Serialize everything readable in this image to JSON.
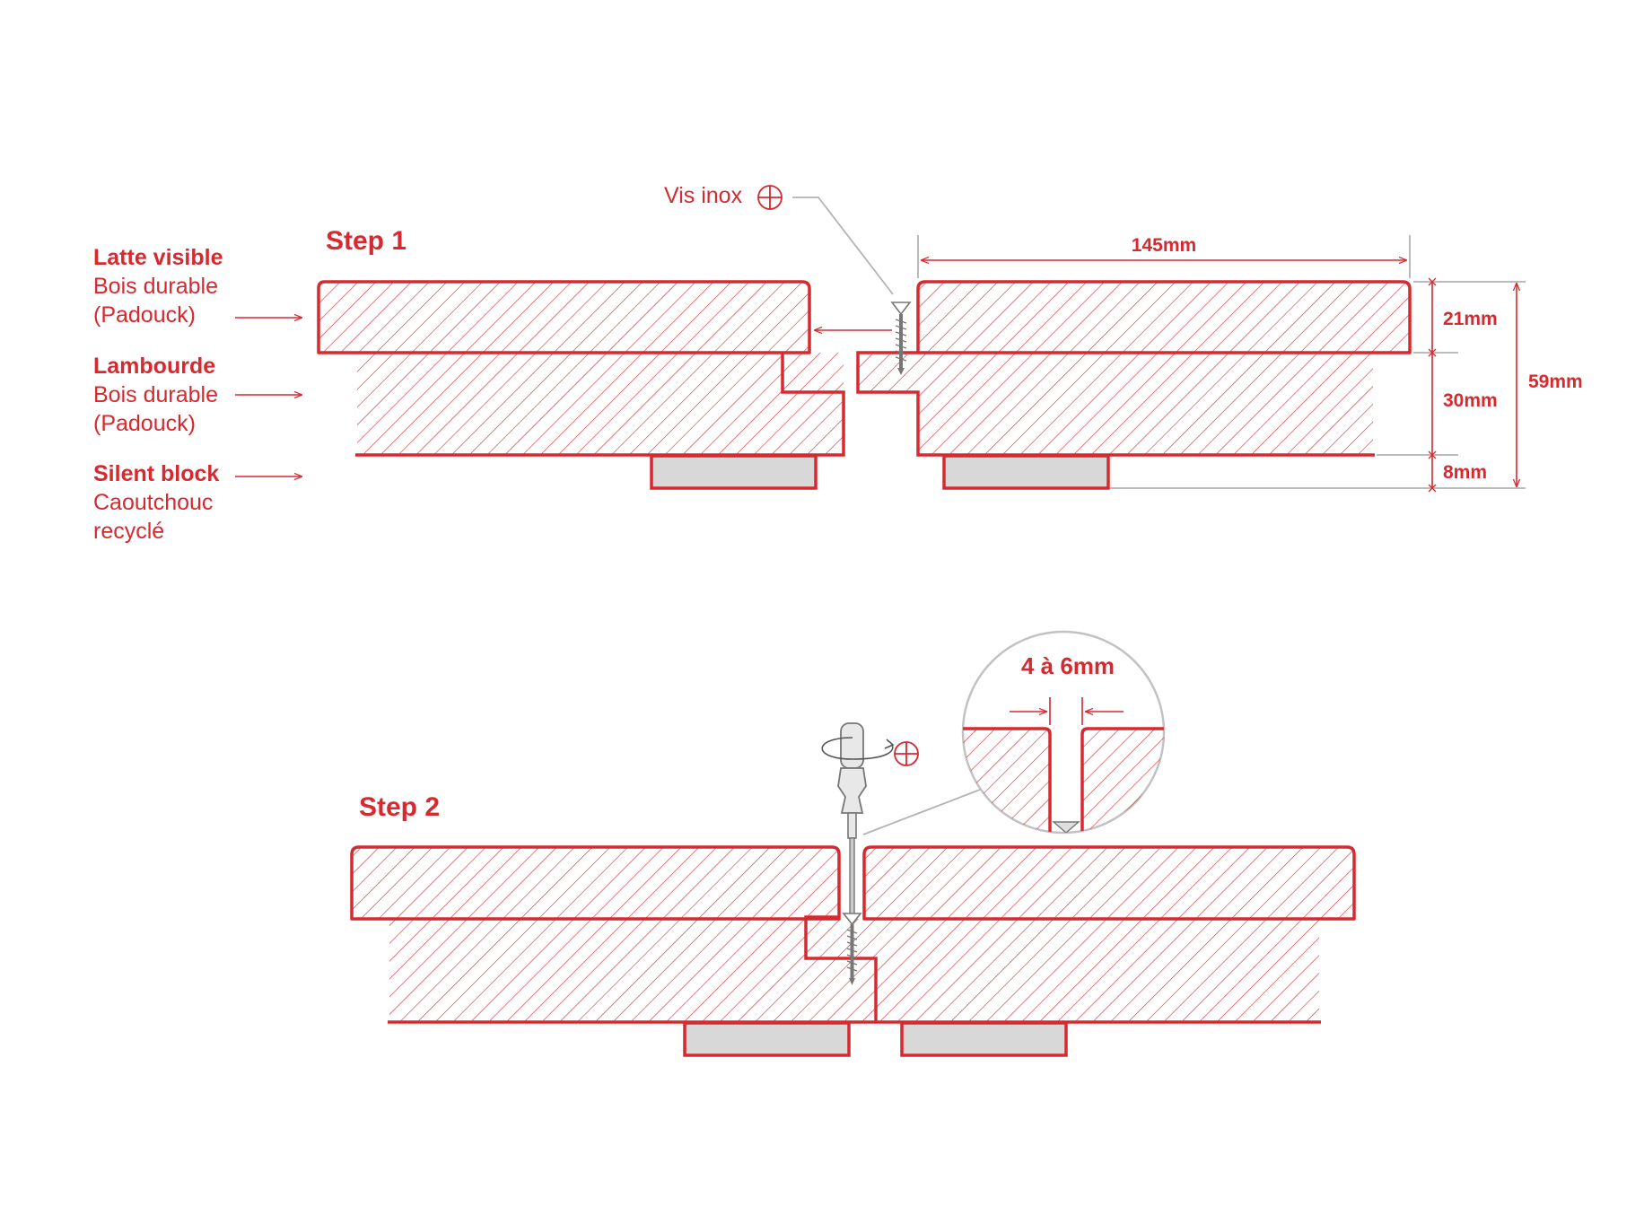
{
  "colors": {
    "accent": "#d42a30",
    "rubber": "#d8d8d8",
    "leader": "#b3b3b3",
    "screw": "#888888"
  },
  "step1": {
    "title": "Step 1"
  },
  "step2": {
    "title": "Step 2"
  },
  "labels": {
    "latte": {
      "title": "Latte visible",
      "line1": "Bois durable",
      "line2": "(Padouck)"
    },
    "lambourde": {
      "title": "Lambourde",
      "line1": "Bois durable",
      "line2": "(Padouck)"
    },
    "silent": {
      "title": "Silent block",
      "line1": "Caoutchouc",
      "line2": "recyclé"
    }
  },
  "callouts": {
    "screw": "Vis inox",
    "gap": "4 à 6mm"
  },
  "dimensions": {
    "width": "145mm",
    "board": "21mm",
    "joist": "30mm",
    "pad": "8mm",
    "total": "59mm"
  },
  "icons": {
    "phillips": "phillips-head-icon",
    "rotate": "rotate-arrow-icon",
    "arrow": "arrow-right-icon"
  }
}
